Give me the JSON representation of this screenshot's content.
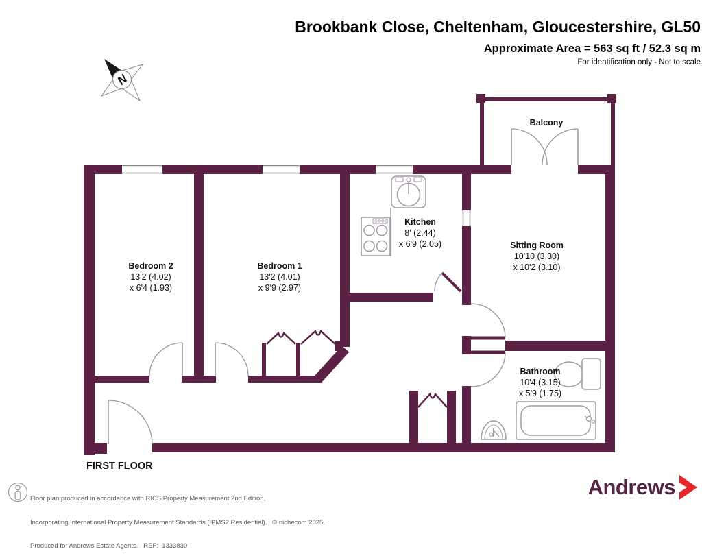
{
  "header": {
    "title": "Brookbank Close, Cheltenham, Gloucestershire, GL50",
    "area_line": "Approximate Area = 563 sq ft / 52.3 sq m",
    "disclaimer": "For identification only - Not to scale"
  },
  "compass": {
    "label": "N"
  },
  "floor_label": "FIRST FLOOR",
  "rooms": [
    {
      "name": "Bedroom 2",
      "dim1": "13'2 (4.02)",
      "dim2": "x 6'4 (1.93)"
    },
    {
      "name": "Bedroom 1",
      "dim1": "13'2 (4.01)",
      "dim2": "x 9'9 (2.97)"
    },
    {
      "name": "Kitchen",
      "dim1": "8' (2.44)",
      "dim2": "x 6'9 (2.05)"
    },
    {
      "name": "Sitting Room",
      "dim1": "10'10 (3.30)",
      "dim2": "x 10'2 (3.10)"
    },
    {
      "name": "Bathroom",
      "dim1": "10'4 (3.15)",
      "dim2": "x 5'9 (1.75)"
    },
    {
      "name": "Balcony"
    }
  ],
  "footer": {
    "line1": "Floor plan produced in accordance with RICS Property Measurement 2nd Edition,",
    "line2": "Incorporating International Property Measurement Standards (IPMS2 Residential).   © nichecom 2025.",
    "line3": "Produced for Andrews Estate Agents.   REF:  1333830",
    "brand": "Andrews"
  },
  "colors": {
    "wall": "#5C2246",
    "brand_text": "#522441",
    "brand_arrow": "#E6262B"
  }
}
